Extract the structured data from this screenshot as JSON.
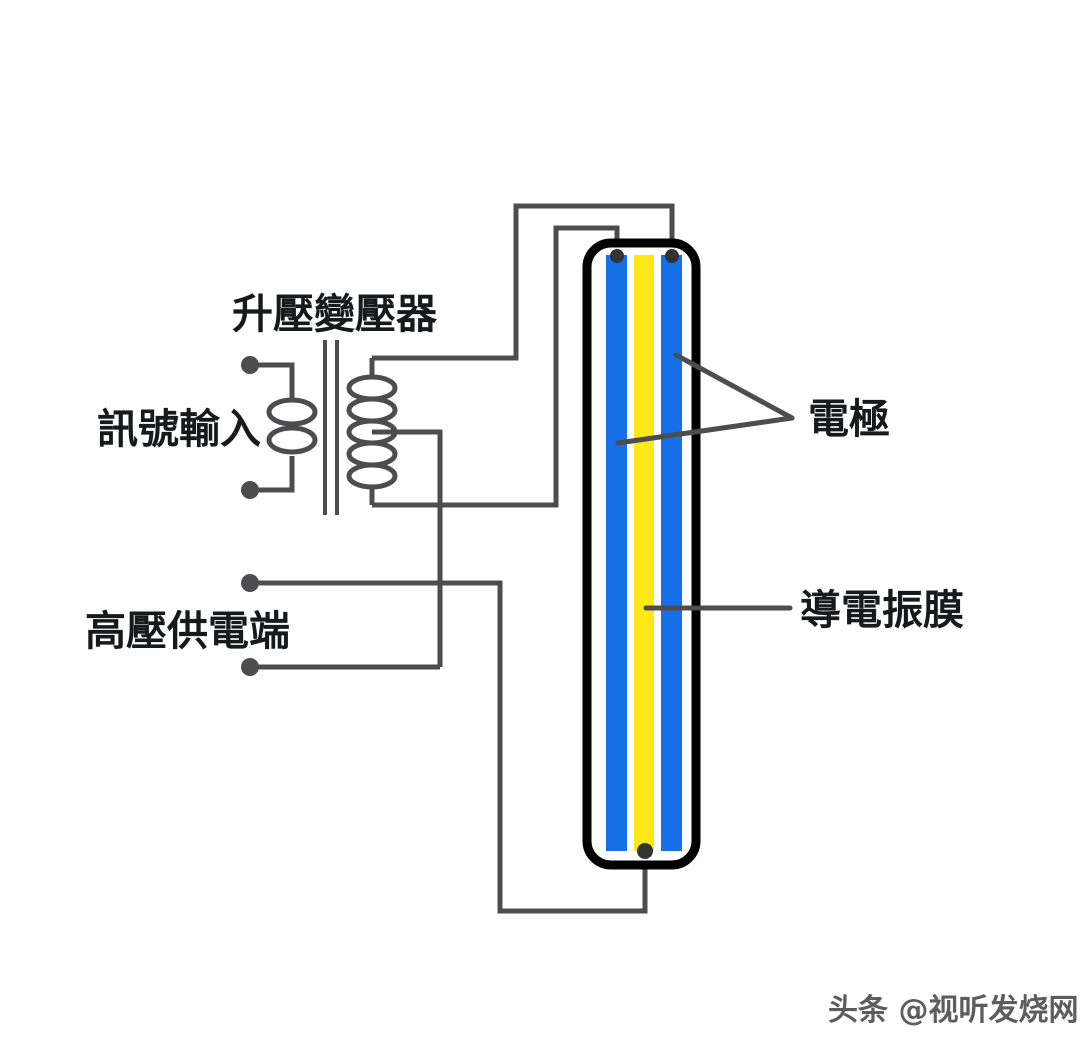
{
  "diagram": {
    "title_label": "升壓變壓器",
    "signal_input_label": "訊號輸入",
    "hv_supply_label": "高壓供電端",
    "electrode_label": "電極",
    "diaphragm_label": "導電振膜",
    "watermark": "头条 @视听发烧网",
    "colors": {
      "electrode_blue": "#1570e8",
      "diaphragm_yellow": "#ffe818",
      "panel_frame_black": "#000000",
      "wire_gray": "#4d4d4f",
      "text_black": "#17191b",
      "background_white": "#ffffff"
    },
    "components": {
      "transformer_name": "step-up-transformer",
      "primary_turns": 2,
      "secondary_turns": 5,
      "electrode_count": 2,
      "diaphragm_count": 1,
      "terminal_count": 4
    }
  }
}
